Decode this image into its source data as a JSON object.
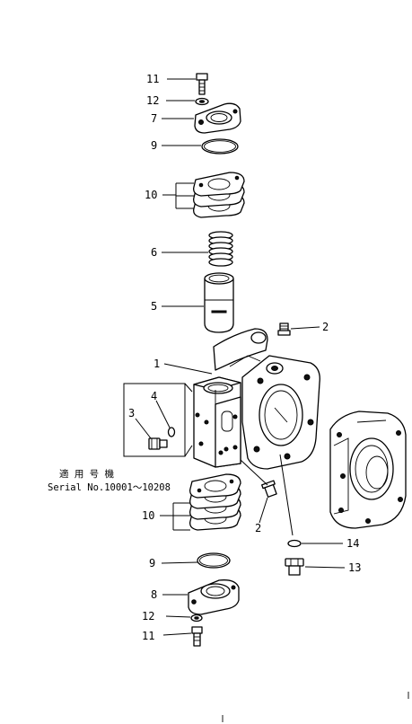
{
  "callouts": {
    "c11_top": "11",
    "c12_top": "12",
    "c7": "7",
    "c9_top": "9",
    "c10_top": "10",
    "c6": "6",
    "c5": "5",
    "c2_top": "2",
    "c1": "1",
    "c4": "4",
    "c3": "3",
    "c10_bottom": "10",
    "c2_bottom": "2",
    "c14": "14",
    "c9_bottom": "9",
    "c13": "13",
    "c8": "8",
    "c12_bottom": "12",
    "c11_bottom": "11"
  },
  "applicability": {
    "heading": "適 用 号 機",
    "serial": "Serial No.10001～10208"
  }
}
